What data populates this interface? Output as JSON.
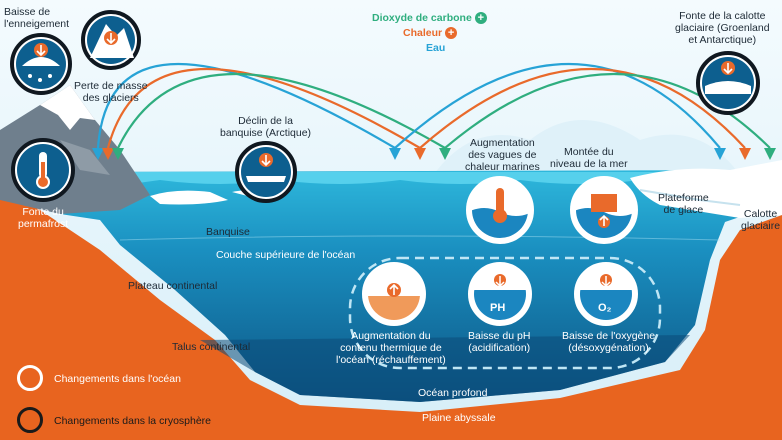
{
  "flows": [
    {
      "label": "Dioxyde de carbone",
      "color": "#2fae7f",
      "icon": "plus-icon"
    },
    {
      "label": "Chaleur",
      "color": "#e96a2b",
      "icon": "plus-icon"
    },
    {
      "label": "Eau",
      "color": "#27a3d6",
      "icon": ""
    }
  ],
  "labels": {
    "snow": "Baisse de\nl'enneigement",
    "glaciers": "Perte de masse\ndes glaciers",
    "permafrost": "Fonte du\npermafrost",
    "sea_ice_decline": "Déclin de la\nbanquise (Arctique)",
    "sea_ice": "Banquise",
    "heatwaves": "Augmentation\ndes vagues de\nchaleur marines",
    "sea_level": "Montée du\nniveau de la mer",
    "ice_cap_melt": "Fonte de la calotte\nglaciaire (Groenland\net Antarctique)",
    "ice_shelf": "Plateforme\nde glace",
    "ice_cap": "Calotte\nglaciaire",
    "upper_ocean": "Couche supérieure de l'océan",
    "continental_shelf": "Plateau continental",
    "continental_slope": "Talus continental",
    "heat_content": "Augmentation du\ncontenu thermique de\nl'océan (réchauffement)",
    "ph": "Baisse du pH\n(acidification)",
    "oxygen": "Baisse de l'oxygène\n(désoxygénation)",
    "deep_ocean": "Océan profond",
    "abyssal_plain": "Plaine abyssale",
    "ph_symbol": "PH",
    "o2_symbol": "O₂"
  },
  "legend": [
    {
      "label": "Changements dans l'océan",
      "color": "#ffffff"
    },
    {
      "label": "Changements dans la cryosphère",
      "color": "#1a1a1a"
    }
  ],
  "colors": {
    "sky": "#eaf6fb",
    "ocean_surface": "#3cc0e0",
    "ocean_deep": "#0e5f8c",
    "seabed": "#e86321",
    "ice": "#ffffff",
    "mountain": "#6b7a88"
  }
}
